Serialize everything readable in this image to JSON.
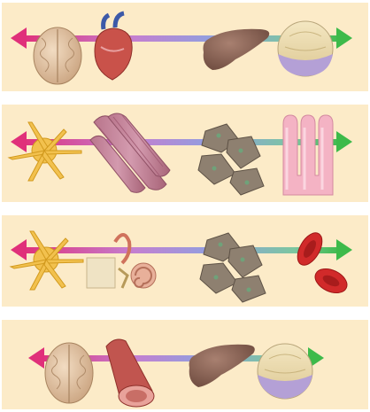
{
  "colors": {
    "panel_bg": "#fcebc8",
    "arrow_left": "#e0307a",
    "arrow_middle": "#9a8fd8",
    "arrow_right": "#3dba4a"
  },
  "panels": [
    {
      "id": 1,
      "items": [
        "brain-icon",
        "heart-icon",
        "liver-icon",
        "stomach-icon"
      ]
    },
    {
      "id": 2,
      "items": [
        "neuron-icon",
        "muscle-fiber-icon",
        "epithelial-cells-icon",
        "intestinal-villi-icon"
      ]
    },
    {
      "id": 3,
      "items": [
        "neuron-icon",
        "inner-ear-icon",
        "epithelial-cells-icon",
        "red-blood-cells-icon"
      ]
    },
    {
      "id": 4,
      "items": [
        "brain-icon",
        "blood-vessel-icon",
        "liver-icon",
        "stomach-icon"
      ]
    }
  ]
}
